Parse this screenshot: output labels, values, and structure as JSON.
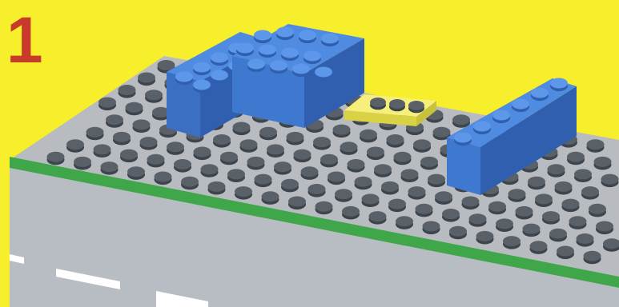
{
  "instruction": {
    "step_number": "1"
  },
  "colors": {
    "background": "#f7ee2c",
    "baseplate": "#b8bcc0",
    "baseplate_dark": "#9aa0a6",
    "stud_top": "#5a6068",
    "stud_side": "#3e444b",
    "road_edge_green": "#3fa64a",
    "road_surface": "#b7bdc2",
    "road_marking": "#ffffff",
    "brick_blue_top": "#4f8be0",
    "brick_blue_front": "#3f78cf",
    "brick_blue_side": "#2f5fae",
    "plate_yellow_top": "#f6f07a",
    "plate_yellow_side": "#d8d244"
  },
  "parts": [
    {
      "name": "blue-brick-2x4",
      "color": "blue"
    },
    {
      "name": "blue-brick-2x4",
      "color": "blue"
    },
    {
      "name": "blue-brick-1x6",
      "color": "blue"
    },
    {
      "name": "yellow-plate-1x4",
      "color": "yellow"
    }
  ]
}
